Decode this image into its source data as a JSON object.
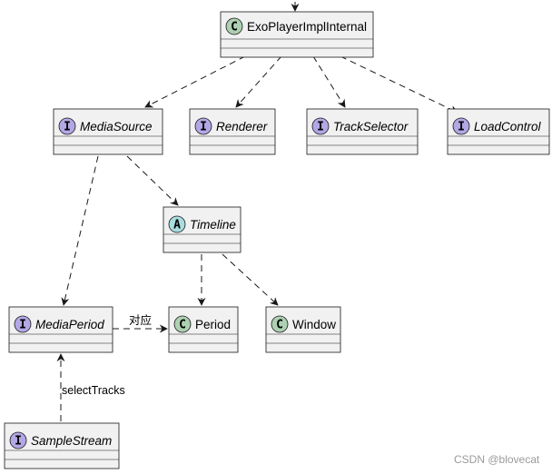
{
  "nodes": {
    "exo": {
      "name": "ExoPlayerImplInternal",
      "kind": "C"
    },
    "mediaSource": {
      "name": "MediaSource",
      "kind": "I"
    },
    "renderer": {
      "name": "Renderer",
      "kind": "I"
    },
    "trackSelector": {
      "name": "TrackSelector",
      "kind": "I"
    },
    "loadControl": {
      "name": "LoadControl",
      "kind": "I"
    },
    "timeline": {
      "name": "Timeline",
      "kind": "A"
    },
    "mediaPeriod": {
      "name": "MediaPeriod",
      "kind": "I"
    },
    "period": {
      "name": "Period",
      "kind": "C"
    },
    "window": {
      "name": "Window",
      "kind": "C"
    },
    "sampleStream": {
      "name": "SampleStream",
      "kind": "I"
    }
  },
  "edge_labels": {
    "mediaPeriod_period": "对应",
    "sampleStream_mediaPeriod": "selectTracks"
  },
  "watermark": "CSDN @blovecat",
  "colors": {
    "class_badge": "#ADD1B2",
    "interface_badge": "#B4A7E5",
    "abstract_badge": "#A9DCDF",
    "box_fill": "#F1F1F1",
    "line": "#181818"
  }
}
